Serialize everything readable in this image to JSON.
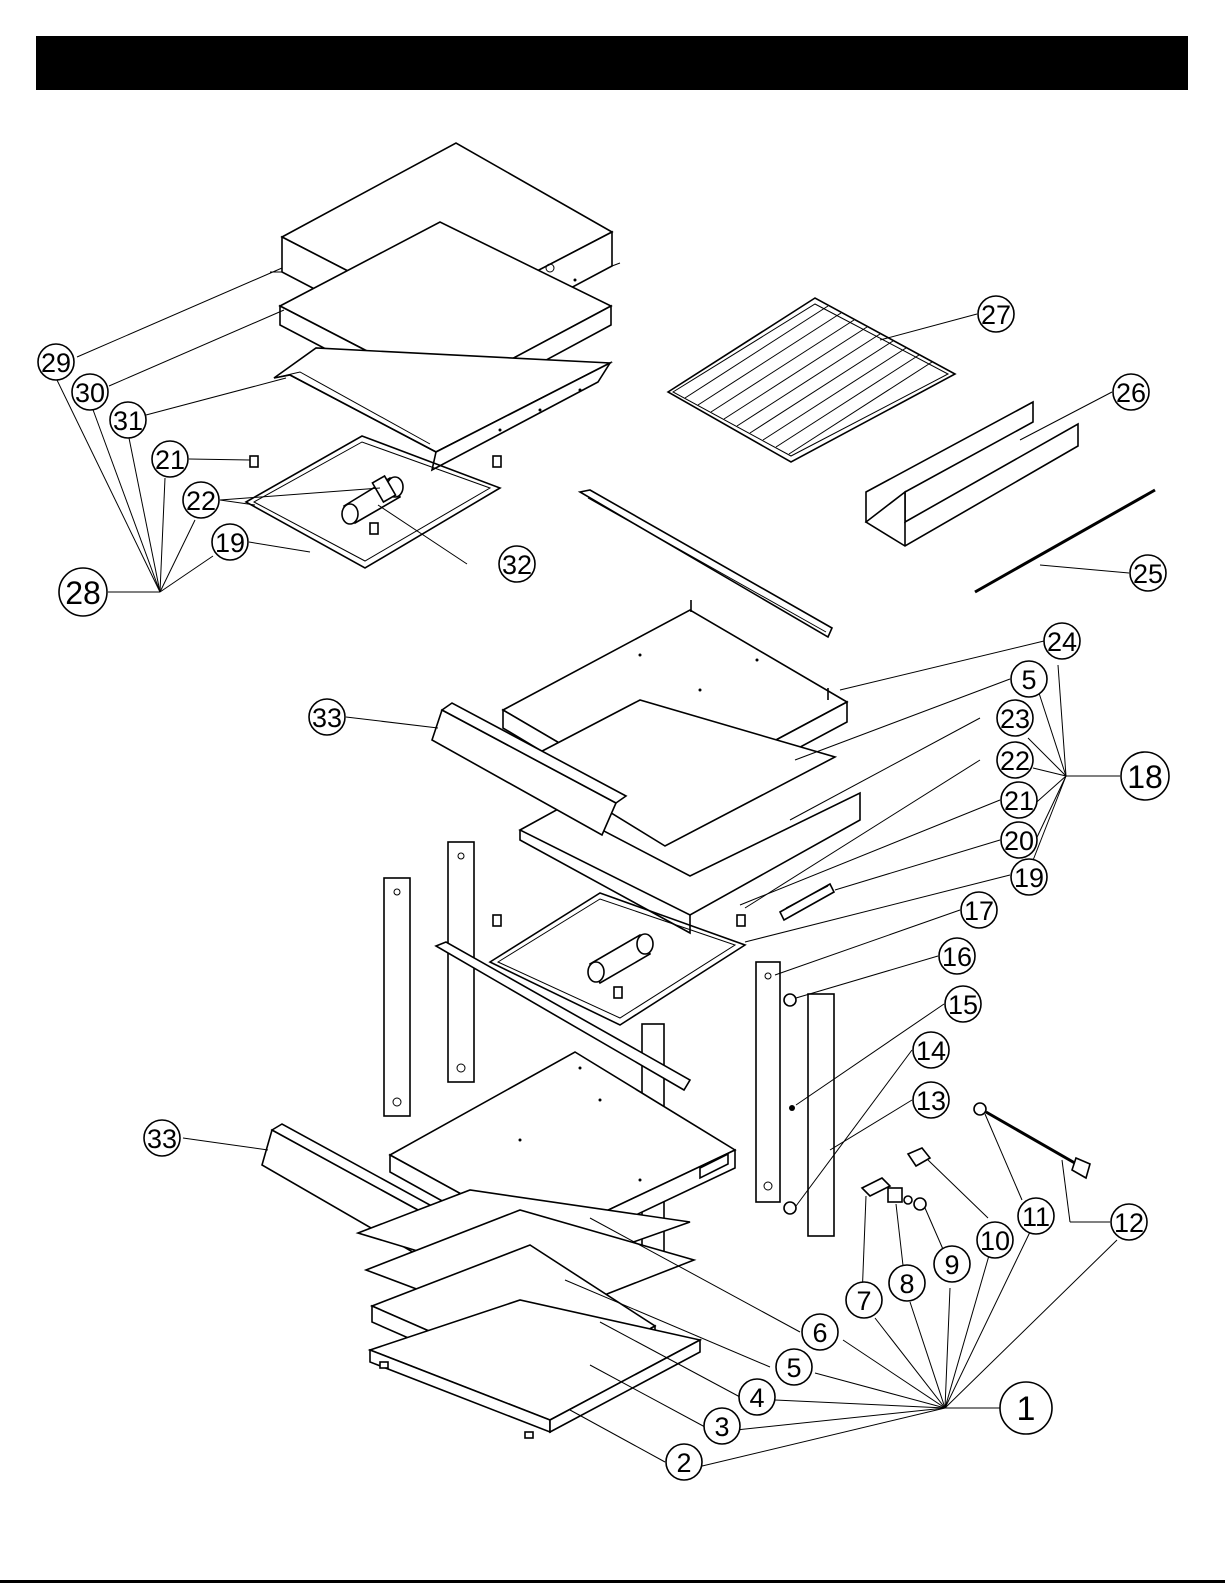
{
  "header": {
    "title": ""
  },
  "callouts": {
    "c1": "1",
    "c2": "2",
    "c3": "3",
    "c4": "4",
    "c5a": "5",
    "c5b": "5",
    "c6": "6",
    "c7": "7",
    "c8": "8",
    "c9": "9",
    "c10": "10",
    "c11": "11",
    "c12": "12",
    "c13": "13",
    "c14": "14",
    "c15": "15",
    "c16": "16",
    "c17": "17",
    "c18": "18",
    "c19a": "19",
    "c19b": "19",
    "c20": "20",
    "c21a": "21",
    "c21b": "21",
    "c22a": "22",
    "c22b": "22",
    "c23": "23",
    "c24": "24",
    "c25": "25",
    "c26": "26",
    "c27": "27",
    "c28": "28",
    "c29": "29",
    "c30": "30",
    "c31": "31",
    "c32": "32",
    "c33a": "33",
    "c33b": "33"
  }
}
